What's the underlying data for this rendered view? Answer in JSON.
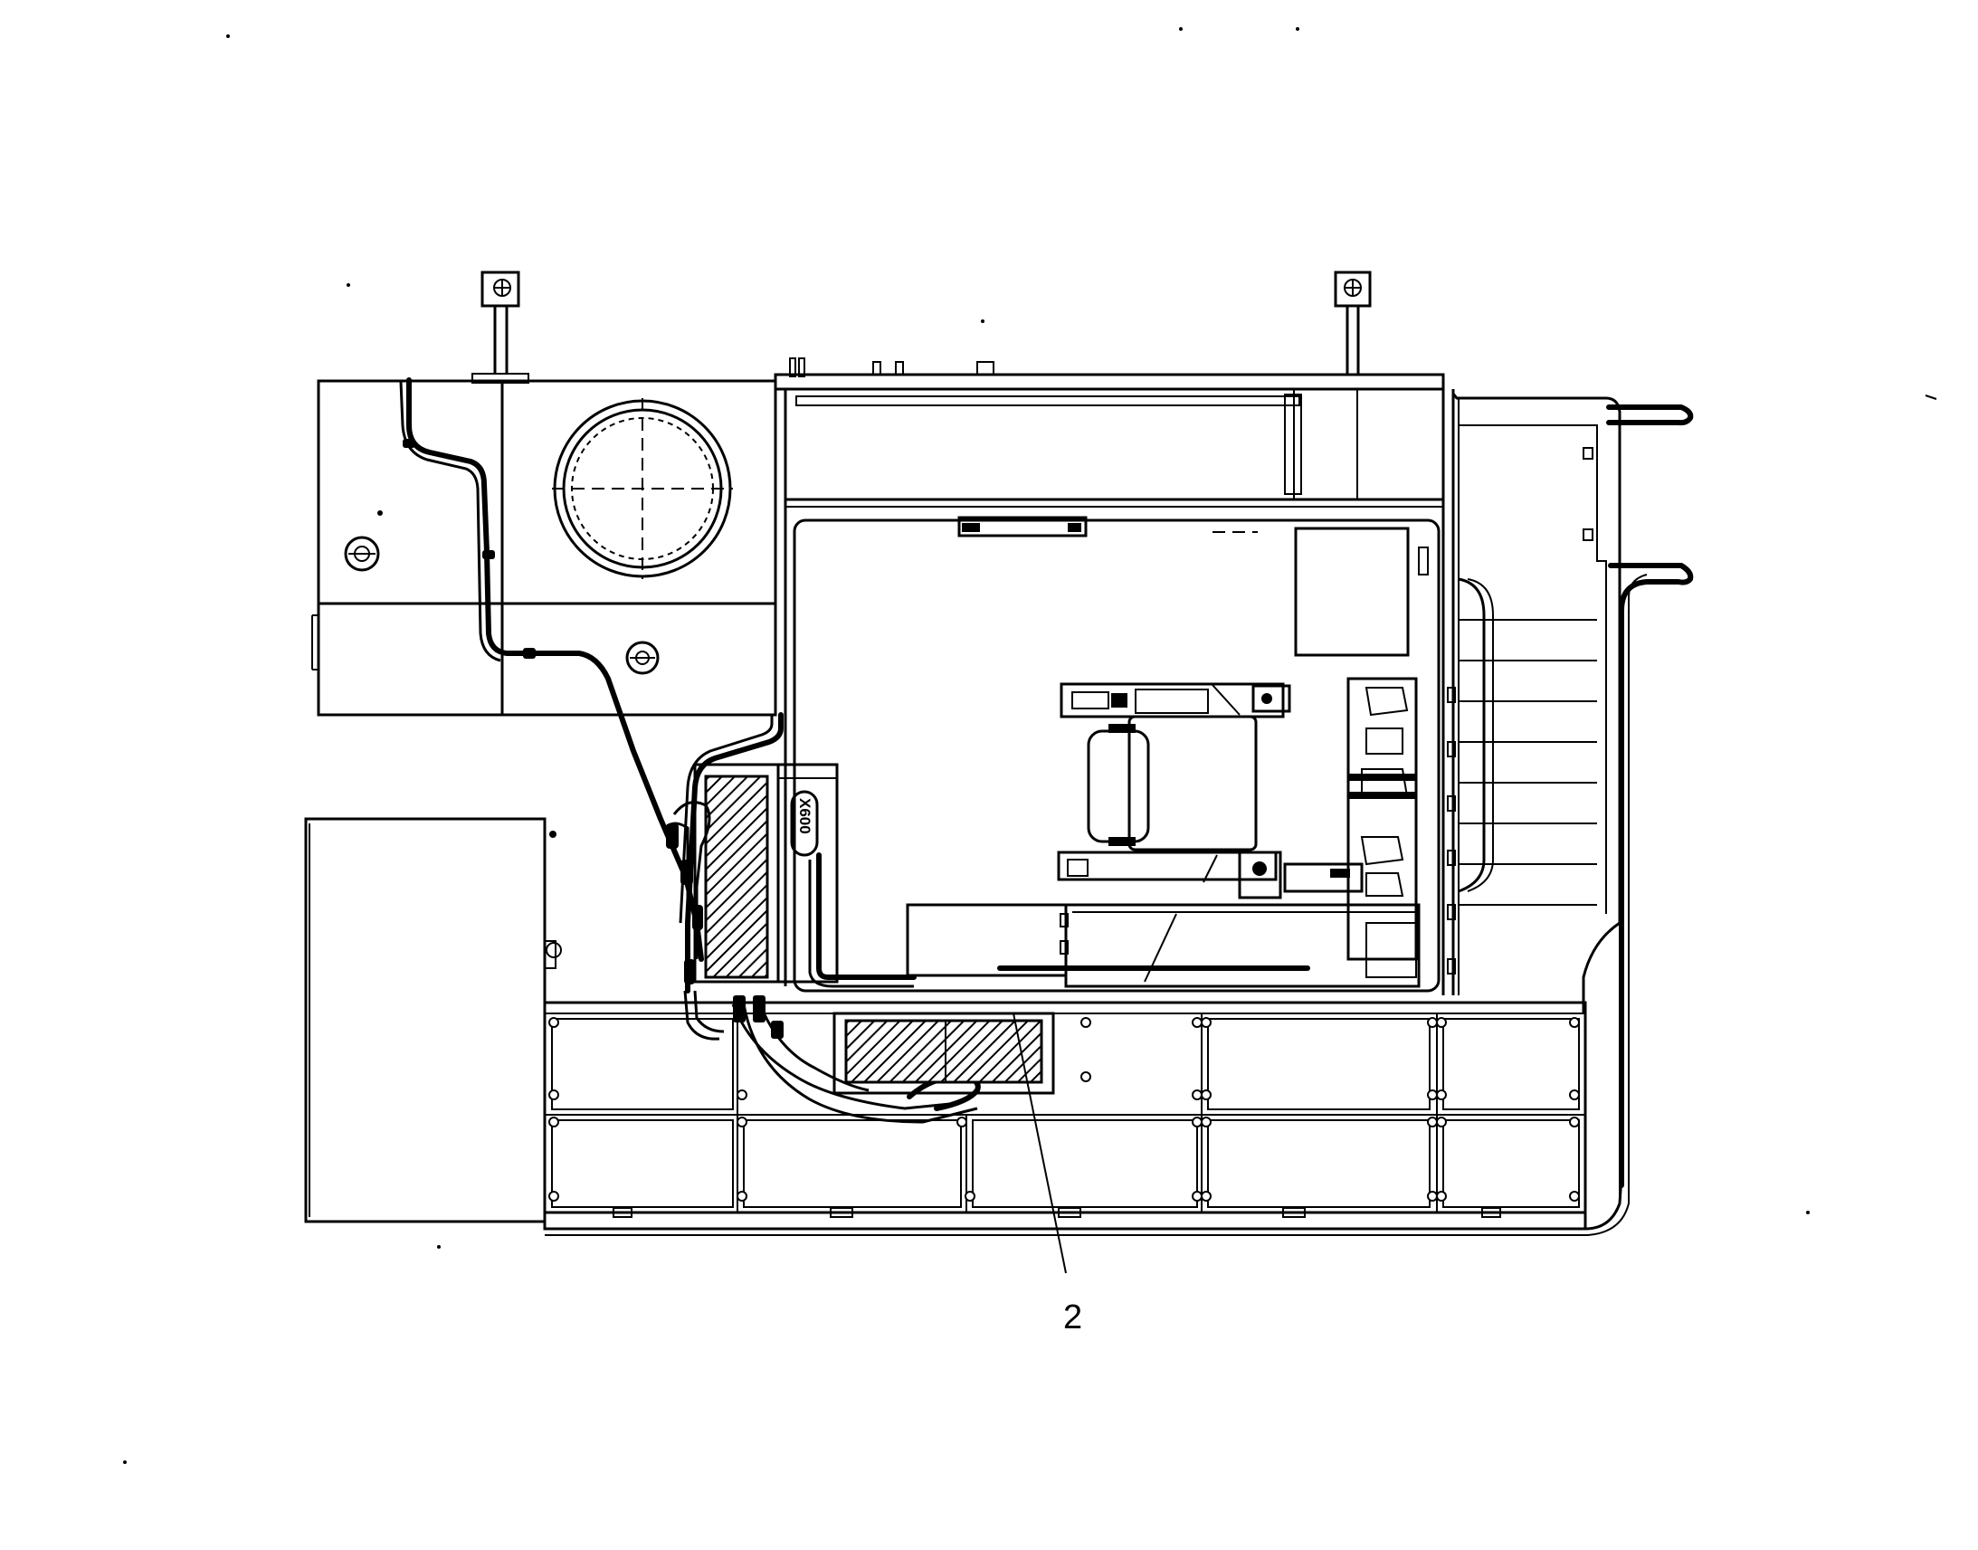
{
  "diagram": {
    "callouts": [
      {
        "id": "callout-2",
        "label": "2"
      }
    ],
    "connector_label": "X600"
  }
}
